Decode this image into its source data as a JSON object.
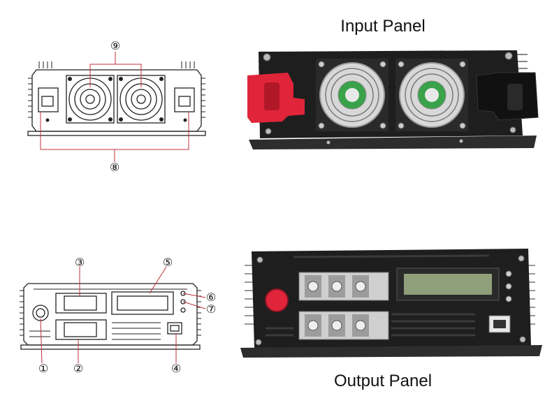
{
  "titles": {
    "input": "Input Panel",
    "output": "Output Panel"
  },
  "callouts": {
    "c1": "①",
    "c2": "②",
    "c3": "③",
    "c4": "④",
    "c5": "⑤",
    "c6": "⑥",
    "c7": "⑦",
    "c8": "⑧",
    "c9": "⑨"
  },
  "colors": {
    "panel": "#1e1e1e",
    "panel_edge": "#2b2b2b",
    "positive_terminal": "#e0253a",
    "lcd": "#8f9f7a",
    "fan_label": "#3aa24a",
    "line_art": "#222222"
  }
}
